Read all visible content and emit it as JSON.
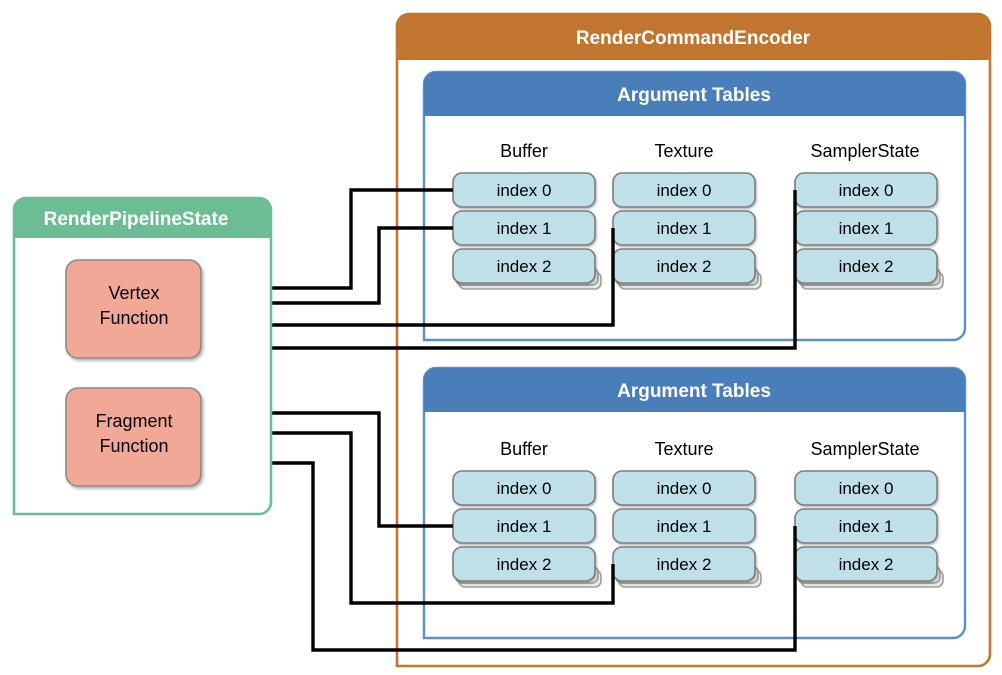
{
  "diagram": {
    "title": "Metal render command encoder argument tables",
    "colors": {
      "encoder_orange": "#c1752e",
      "argument_tables_blue": "#4a7ebb",
      "pipeline_green": "#6cbd93",
      "function_pink": "#f1a897",
      "index_pill_blue": "#bfdfe9",
      "connector_black": "#000000",
      "stack_gray": "#e8e8e4",
      "stack_border": "#9a9a9a",
      "panel_white": "#ffffff"
    },
    "encoder": {
      "label": "RenderCommandEncoder"
    },
    "pipeline_state": {
      "label": "RenderPipelineState",
      "functions": [
        {
          "id": "vertex-function",
          "line1": "Vertex",
          "line2": "Function"
        },
        {
          "id": "fragment-function",
          "line1": "Fragment",
          "line2": "Function"
        }
      ]
    },
    "argument_tables": [
      {
        "id": "argument-tables-vertex",
        "label": "Argument Tables",
        "columns": [
          {
            "id": "buffer",
            "header": "Buffer",
            "entries": [
              "index 0",
              "index 1",
              "index 2"
            ]
          },
          {
            "id": "texture",
            "header": "Texture",
            "entries": [
              "index 0",
              "index 1",
              "index 2"
            ]
          },
          {
            "id": "samplerstate",
            "header": "SamplerState",
            "entries": [
              "index 0",
              "index 1",
              "index 2"
            ]
          }
        ]
      },
      {
        "id": "argument-tables-fragment",
        "label": "Argument Tables",
        "columns": [
          {
            "id": "buffer",
            "header": "Buffer",
            "entries": [
              "index 0",
              "index 1",
              "index 2"
            ]
          },
          {
            "id": "texture",
            "header": "Texture",
            "entries": [
              "index 0",
              "index 1",
              "index 2"
            ]
          },
          {
            "id": "samplerstate",
            "header": "SamplerState",
            "entries": [
              "index 0",
              "index 1",
              "index 2"
            ]
          }
        ]
      }
    ],
    "connections": [
      {
        "id": "vertex-to-buffer-0",
        "from": "vertex-function",
        "to": "argument-tables-vertex.buffer.index 0"
      },
      {
        "id": "vertex-to-buffer-1",
        "from": "vertex-function",
        "to": "argument-tables-vertex.buffer.index 1"
      },
      {
        "id": "vertex-to-texture-1",
        "from": "vertex-function",
        "to": "argument-tables-vertex.texture.index 1"
      },
      {
        "id": "vertex-to-sampler-0",
        "from": "vertex-function",
        "to": "argument-tables-vertex.samplerstate.index 0"
      },
      {
        "id": "fragment-to-buffer-1",
        "from": "fragment-function",
        "to": "argument-tables-fragment.buffer.index 1"
      },
      {
        "id": "fragment-to-texture-2",
        "from": "fragment-function",
        "to": "argument-tables-fragment.texture.index 2"
      },
      {
        "id": "fragment-to-sampler-1",
        "from": "fragment-function",
        "to": "argument-tables-fragment.samplerstate.index 1"
      }
    ]
  }
}
